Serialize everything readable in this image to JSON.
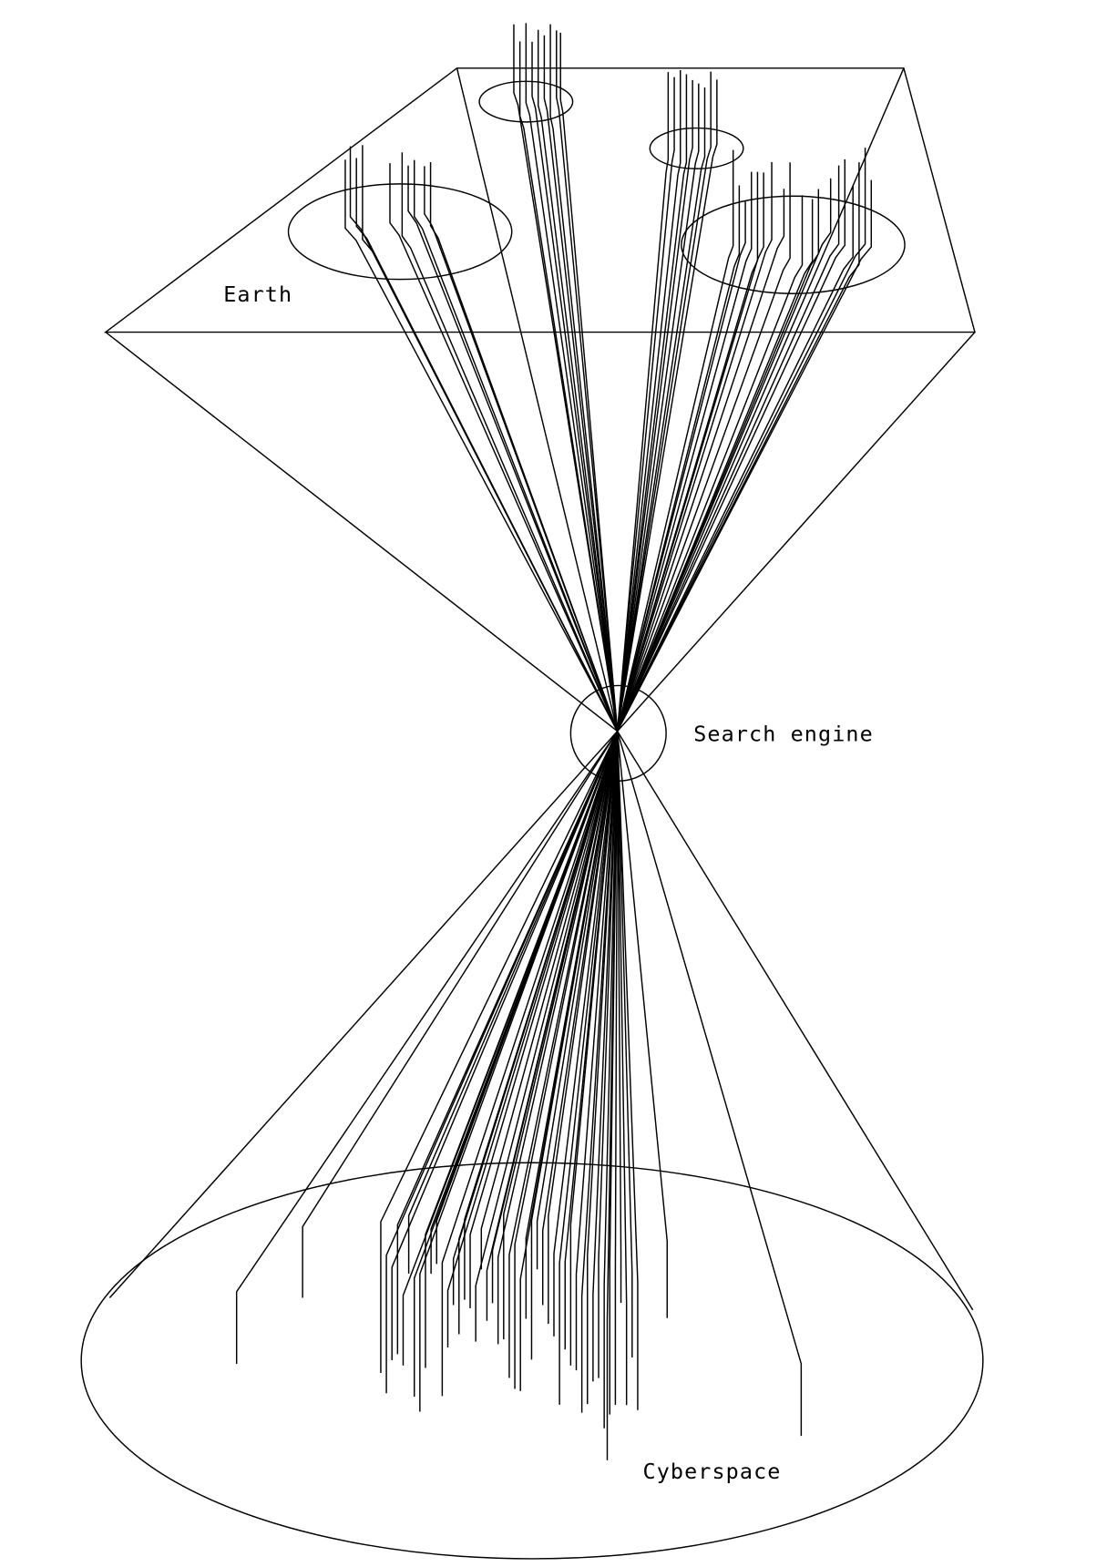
{
  "labels": {
    "earth": "Earth",
    "search_engine": "Search engine",
    "cyberspace": "Cyberspace"
  },
  "colors": {
    "stroke": "#000000",
    "background": "#ffffff"
  }
}
